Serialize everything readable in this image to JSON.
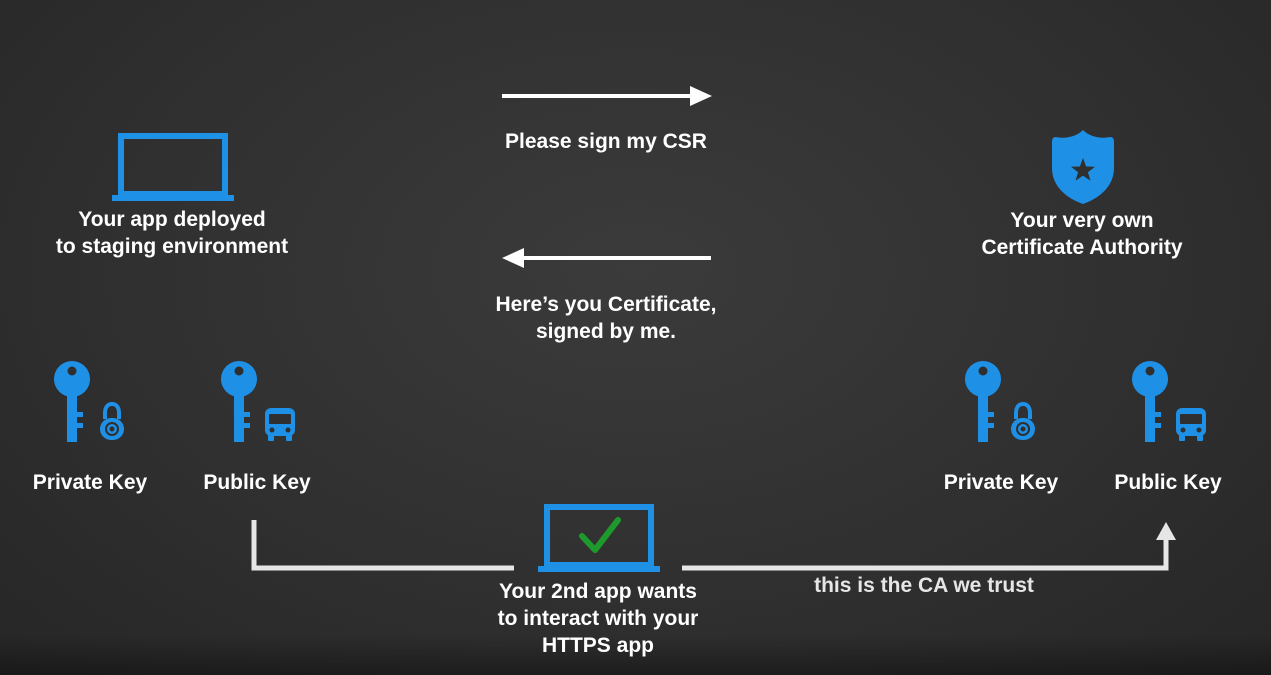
{
  "client": {
    "label_line1": "Your app deployed",
    "label_line2": "to staging environment",
    "private_key_label": "Private Key",
    "public_key_label": "Public Key"
  },
  "ca": {
    "label_line1": "Your very own",
    "label_line2": "Certificate Authority",
    "private_key_label": "Private Key",
    "public_key_label": "Public Key"
  },
  "request_arrow": {
    "label": "Please sign my CSR"
  },
  "response_arrow": {
    "label_line1": "Here’s you Certificate,",
    "label_line2": "signed by me."
  },
  "second_app": {
    "label_line1": "Your 2nd app wants",
    "label_line2": "to interact with your",
    "label_line3": "HTTPS app"
  },
  "trust_arrow": {
    "label": "this is the CA we trust"
  },
  "colors": {
    "icon_blue": "#1e90e6",
    "check_green": "#1e9a2c",
    "line_light": "#e6e6e6",
    "text": "#ffffff"
  }
}
